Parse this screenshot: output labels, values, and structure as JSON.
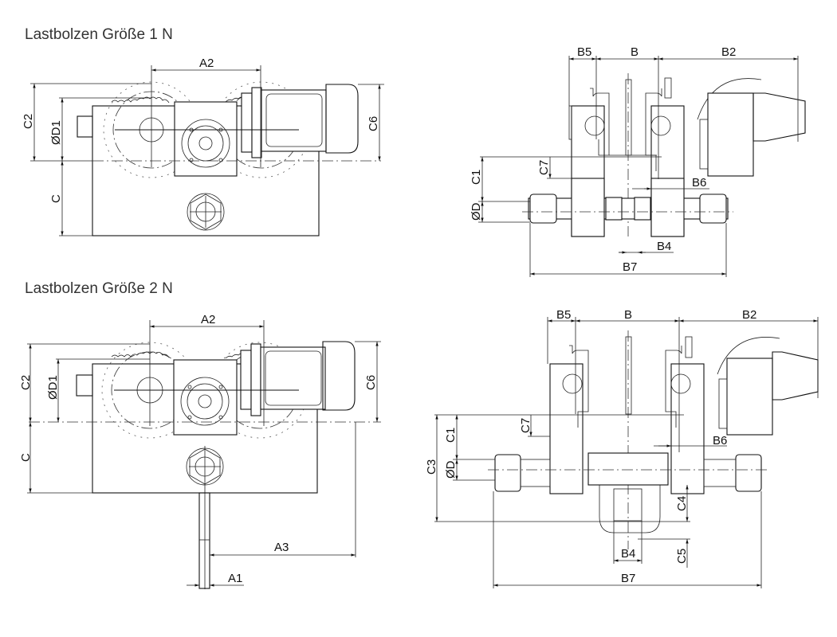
{
  "views": [
    {
      "title": "Lastbolzen Größe 1 N",
      "side_labels": {
        "a2": "A2",
        "c2": "C2",
        "d1": "ØD1",
        "c": "C",
        "c6": "C6"
      },
      "front_labels": {
        "b5": "B5",
        "b": "B",
        "b2": "B2",
        "c1": "C1",
        "c7": "C7",
        "d": "ØD",
        "b6": "B6",
        "b4": "B4",
        "b7": "B7"
      }
    },
    {
      "title": "Lastbolzen Größe 2 N",
      "side_labels": {
        "a2": "A2",
        "c2": "C2",
        "d1": "ØD1",
        "c": "C",
        "c6": "C6",
        "a3": "A3",
        "a1": "A1"
      },
      "front_labels": {
        "b5": "B5",
        "b": "B",
        "b2": "B2",
        "c1": "C1",
        "c7": "C7",
        "c3": "C3",
        "d": "ØD",
        "b6": "B6",
        "c4": "C4",
        "c5": "C5",
        "b4": "B4",
        "b7": "B7"
      }
    }
  ],
  "colors": {
    "line": "#111111",
    "text": "#333333"
  }
}
